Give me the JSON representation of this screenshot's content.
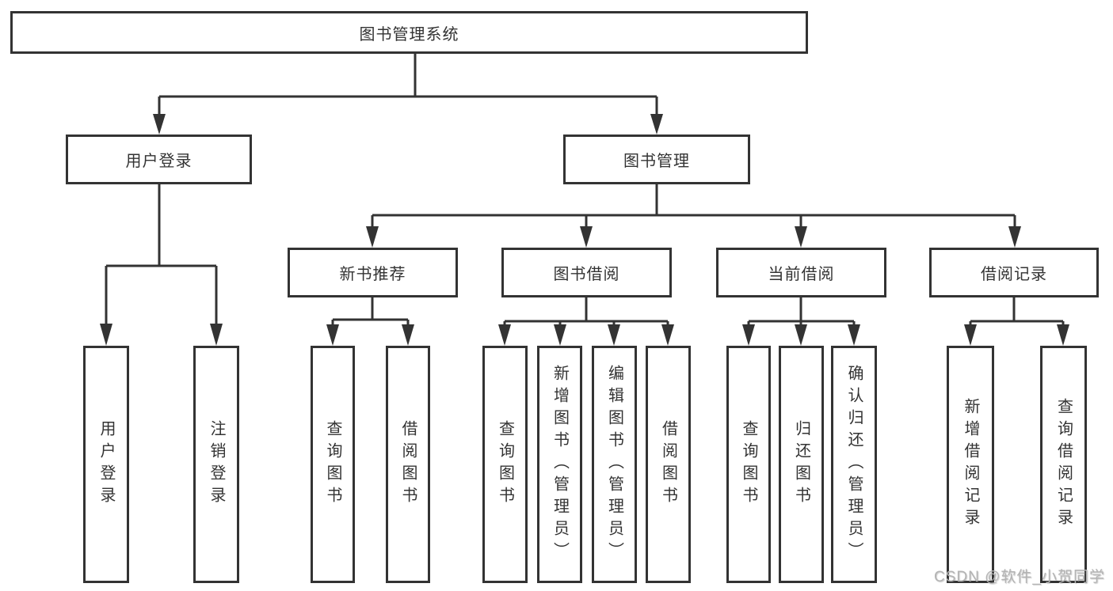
{
  "tree": {
    "root": {
      "label": "图书管理系统"
    },
    "children": [
      {
        "label": "用户登录",
        "children": [
          {
            "label": "用户登录"
          },
          {
            "label": "注销登录"
          }
        ]
      },
      {
        "label": "图书管理",
        "children": [
          {
            "label": "新书推荐",
            "children": [
              {
                "label": "查询图书"
              },
              {
                "label": "借阅图书"
              }
            ]
          },
          {
            "label": "图书借阅",
            "children": [
              {
                "label": "查询图书"
              },
              {
                "label": "新增图书（管理员）"
              },
              {
                "label": "编辑图书（管理员）"
              },
              {
                "label": "借阅图书"
              }
            ]
          },
          {
            "label": "当前借阅",
            "children": [
              {
                "label": "查询图书"
              },
              {
                "label": "归还图书"
              },
              {
                "label": "确认归还（管理员）"
              }
            ]
          },
          {
            "label": "借阅记录",
            "children": [
              {
                "label": "新增借阅记录"
              },
              {
                "label": "查询借阅记录"
              }
            ]
          }
        ]
      }
    ]
  },
  "watermark": {
    "text": "CSDN @软件_小贺同学"
  },
  "colors": {
    "line": "#333333",
    "text": "#333333",
    "background": "#ffffff",
    "watermark": "#b3b3b3"
  }
}
